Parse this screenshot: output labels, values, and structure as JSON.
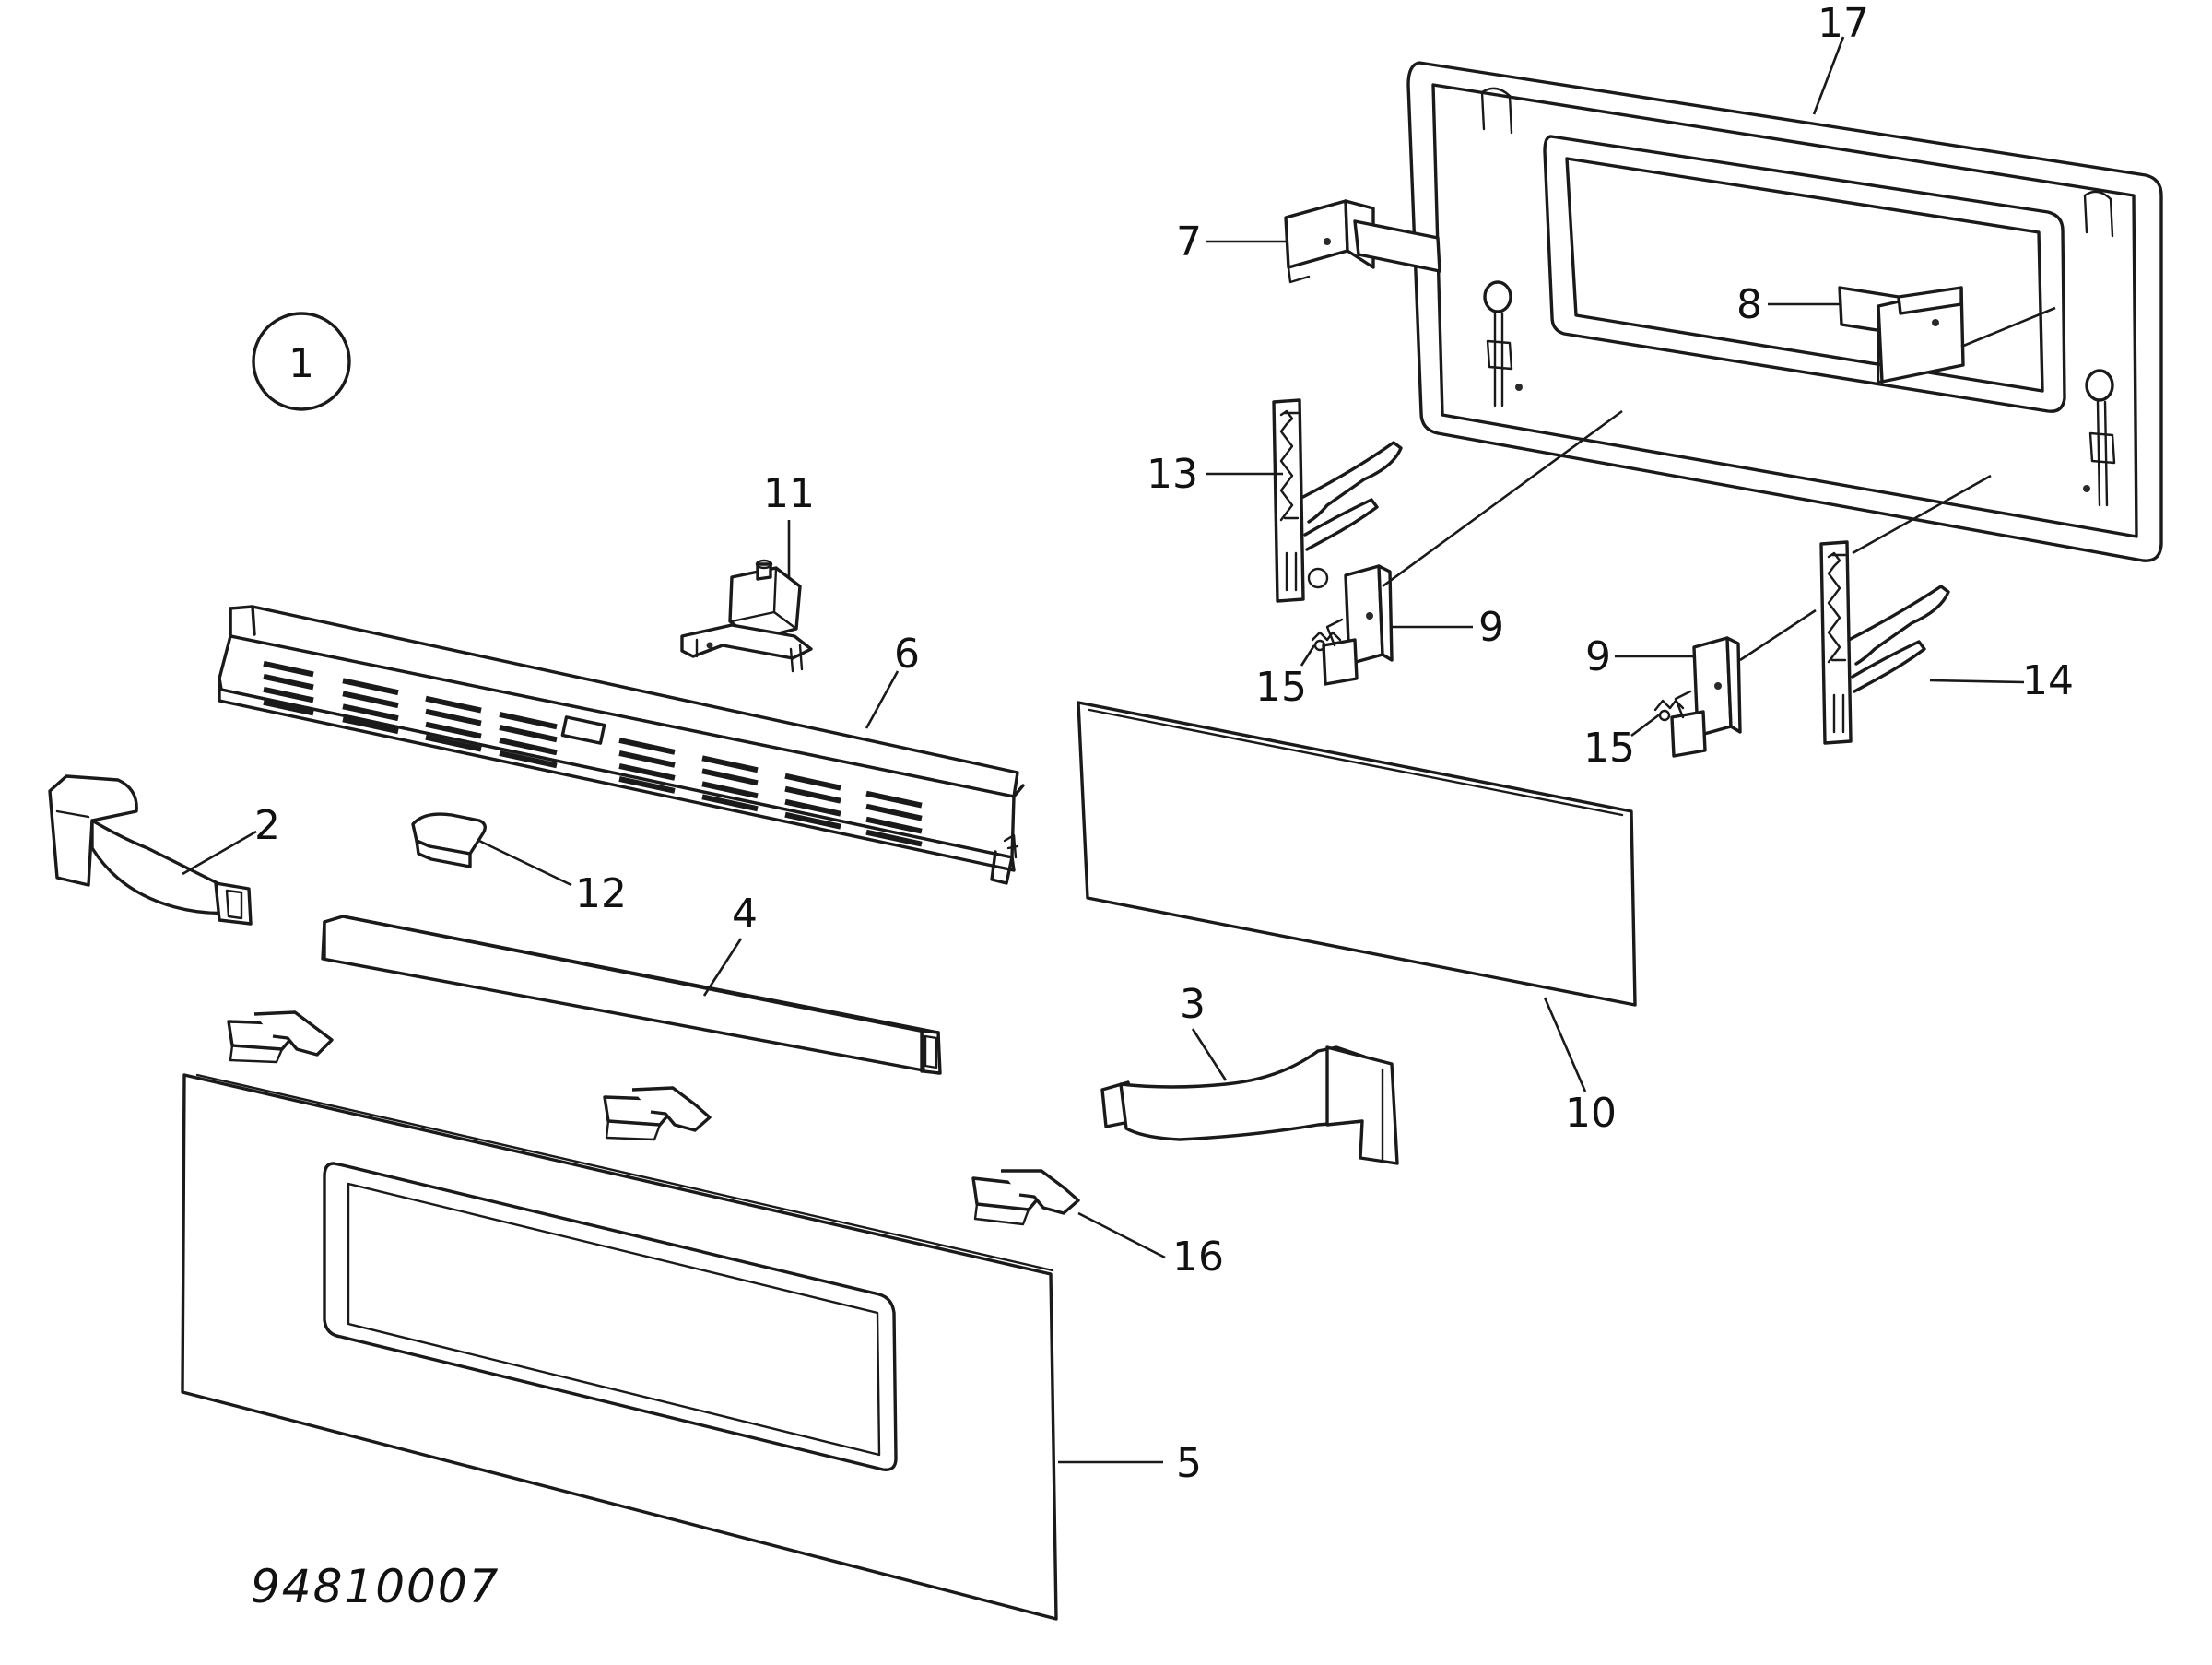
{
  "diagram": {
    "figure_number": "1",
    "drawing_code": "94810007",
    "callouts": [
      "2",
      "3",
      "4",
      "5",
      "6",
      "7",
      "8",
      "9",
      "9",
      "10",
      "11",
      "12",
      "13",
      "14",
      "15",
      "15",
      "16",
      "17"
    ]
  }
}
